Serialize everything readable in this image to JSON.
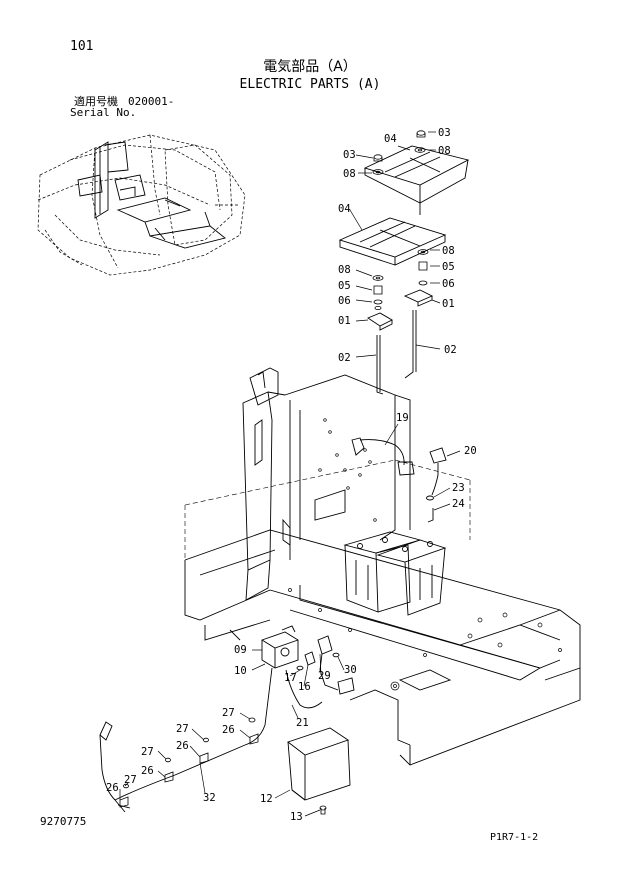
{
  "header": {
    "page_number": "101",
    "title_jp": "電気部品（A）",
    "title_en": "ELECTRIC PARTS (A)",
    "serial_label_jp": "適用号機",
    "serial_value": "020001-",
    "serial_label_en": "Serial No."
  },
  "footer": {
    "drawing_number": "9270775",
    "page_code": "P1R7-1-2"
  },
  "callouts": {
    "c04a": "04",
    "c03a": "03",
    "c08a": "08",
    "c03b": "03",
    "c08b": "08",
    "c04b": "04",
    "c08c": "08",
    "c05a": "05",
    "c06a": "06",
    "c01a": "01",
    "c08d": "08",
    "c05b": "05",
    "c06b": "06",
    "c01b": "01",
    "c02a": "02",
    "c02b": "02",
    "c19": "19",
    "c20": "20",
    "c23": "23",
    "c24": "24",
    "c09": "09",
    "c10": "10",
    "c17": "17",
    "c16": "16",
    "c29": "29",
    "c30": "30",
    "c21": "21",
    "c27a": "27",
    "c26a": "26",
    "c27b": "27",
    "c26b": "26",
    "c27c": "27",
    "c26c": "26",
    "c32": "32",
    "c12": "12",
    "c13": "13"
  }
}
